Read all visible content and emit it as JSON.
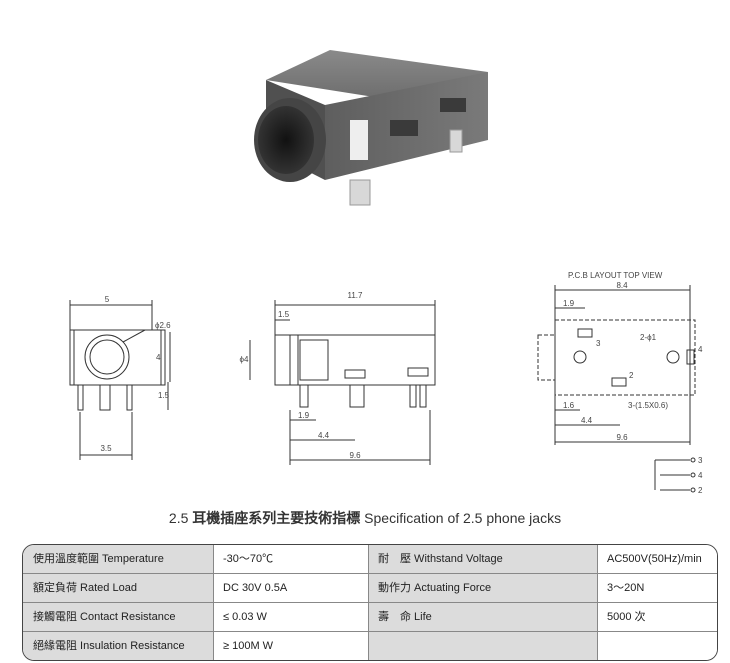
{
  "labels": {
    "width_5": "5",
    "diameter_2_6": "ϕ2.6",
    "height_4": "4",
    "height_1_5": "1.5",
    "pin_3_5": "3.5",
    "length_11_7": "11.7",
    "offset_1_5": "1.5",
    "side_diameter_4": "ϕ4",
    "pin_1_9": "1.9",
    "pin_4_4": "4.4",
    "pin_9_6": "9.6",
    "pcb_header": "P.C.B LAYOUT   TOP VIEW",
    "pcb_8_4": "8.4",
    "pcb_1_9": "1.9",
    "pcb_pad_3": "3",
    "pcb_holes": "2-ϕ1",
    "pcb_pad_4": "4",
    "pcb_pad_2": "2",
    "pcb_slots": "3-(1.5X0.6)",
    "pcb_1_6": "1.6",
    "pcb_4_4": "4.4",
    "pcb_9_6": "9.6",
    "schem_3": "3",
    "schem_4": "4",
    "schem_2": "2"
  },
  "title": {
    "number": "2.5",
    "zh": "耳機插座系列主要技術指標",
    "en": "Specification of 2.5 phone jacks"
  },
  "spec_rows": [
    [
      "使用溫度範圍 Temperature",
      "-30～70℃",
      "耐　壓 Withstand Voltage",
      "AC500V(50Hz)/min"
    ],
    [
      "額定負荷  Rated Load",
      "DC  30V  0.5A",
      "動作力  Actuating Force",
      "3～20N"
    ],
    [
      "接觸電阻  Contact Resistance",
      "≤ 0.03 W",
      "壽　命  Life",
      "5000 次"
    ],
    [
      "絕緣電阻  Insulation Resistance",
      "≥ 100M W",
      "",
      ""
    ]
  ]
}
